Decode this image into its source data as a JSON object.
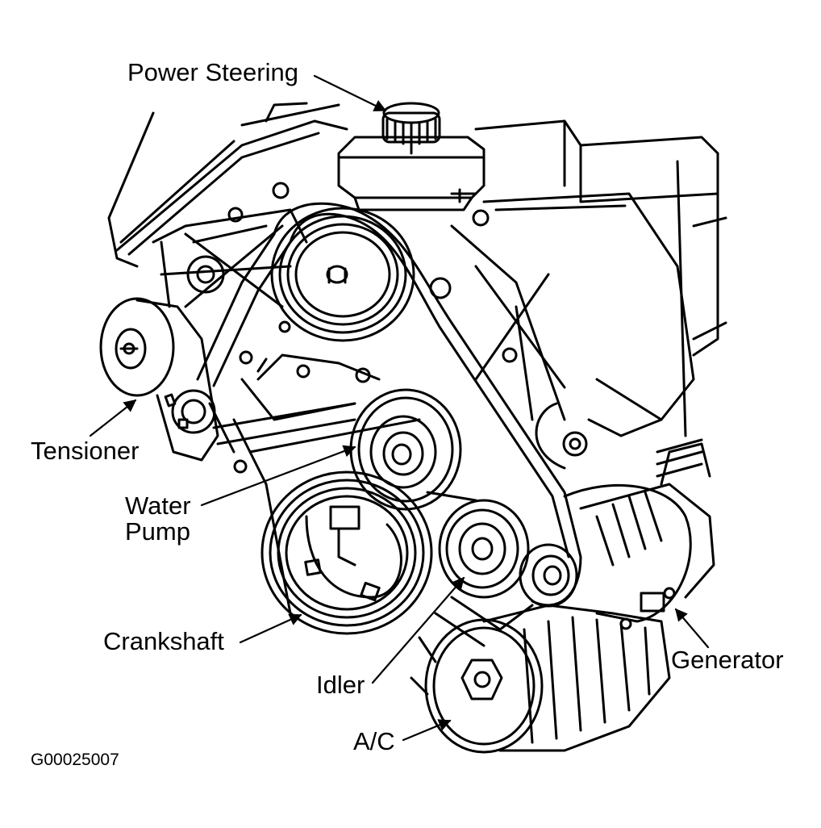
{
  "labels": {
    "power_steering": "Power Steering",
    "tensioner": "Tensioner",
    "water_pump_line1": "Water",
    "water_pump_line2": "Pump",
    "crankshaft": "Crankshaft",
    "idler": "Idler",
    "generator": "Generator",
    "ac": "A/C"
  },
  "figure_code": "G00025007",
  "colors": {
    "ink": "#000000",
    "paper": "#ffffff"
  }
}
